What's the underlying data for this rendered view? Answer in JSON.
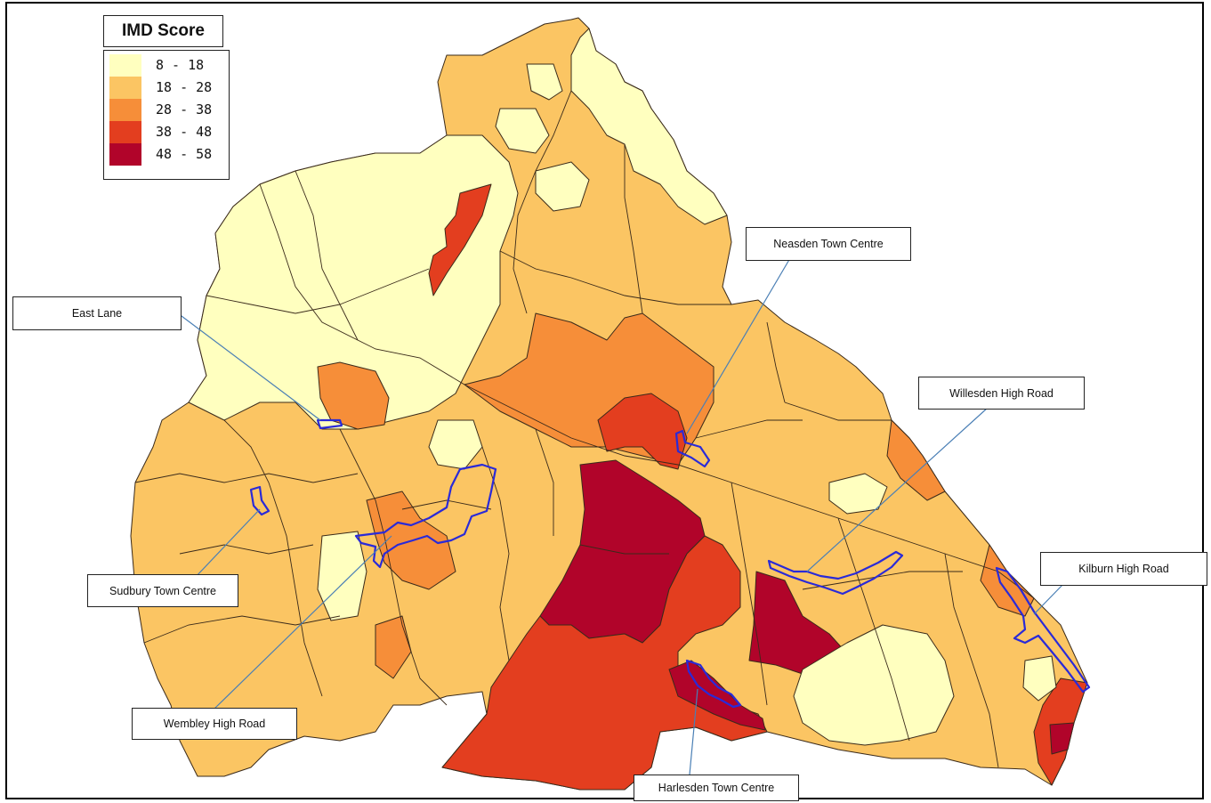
{
  "legend": {
    "title": "IMD Score",
    "classes": [
      {
        "label": "8 - 18",
        "color": "#ffffbf"
      },
      {
        "label": "18 - 28",
        "color": "#fbc563"
      },
      {
        "label": "28 - 38",
        "color": "#f68e39"
      },
      {
        "label": "38 - 48",
        "color": "#e33e1f"
      },
      {
        "label": "48 - 58",
        "color": "#b1042a"
      }
    ]
  },
  "callouts": {
    "east_lane": "East Lane",
    "neasden": "Neasden Town Centre",
    "willesden": "Willesden High Road",
    "kilburn": "Kilburn High Road",
    "sudbury": "Sudbury Town Centre",
    "wembley": "Wembley High Road",
    "harlesden": "Harlesden Town Centre"
  },
  "colors": {
    "centre_outline": "#2a2ad8",
    "leader_line": "#4a7fb5"
  }
}
